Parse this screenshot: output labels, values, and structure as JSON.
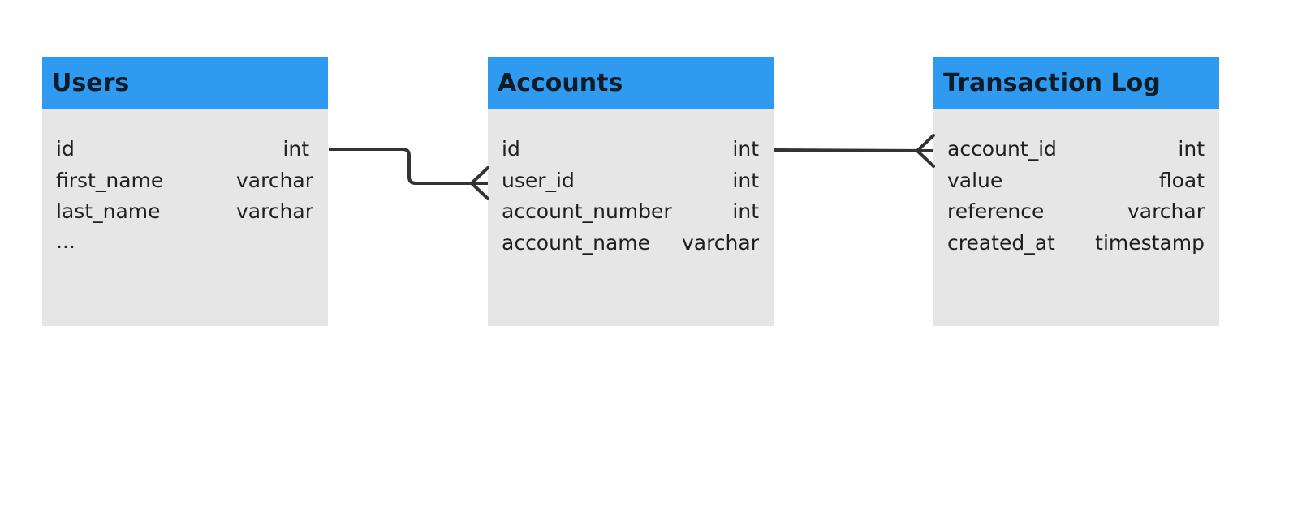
{
  "tables": [
    {
      "id": "t-users",
      "title": "Users",
      "fields": [
        {
          "name": "id",
          "type": "int"
        },
        {
          "name": "first_name",
          "type": "varchar"
        },
        {
          "name": "last_name",
          "type": "varchar"
        }
      ],
      "more": "..."
    },
    {
      "id": "t-accounts",
      "title": "Accounts",
      "fields": [
        {
          "name": "id",
          "type": "int"
        },
        {
          "name": "user_id",
          "type": "int"
        },
        {
          "name": "account_number",
          "type": "int"
        },
        {
          "name": "account_name",
          "type": "varchar"
        }
      ],
      "more": ""
    },
    {
      "id": "t-txlog",
      "title": "Transaction Log",
      "fields": [
        {
          "name": "account_id",
          "type": "int"
        },
        {
          "name": "value",
          "type": "float"
        },
        {
          "name": "reference",
          "type": "varchar"
        },
        {
          "name": "created_at",
          "type": "timestamp"
        }
      ],
      "more": ""
    }
  ],
  "relations": [
    {
      "from": "Users.id",
      "to": "Accounts.user_id",
      "cardinality": "one-to-many"
    },
    {
      "from": "Accounts.id",
      "to": "Transaction Log.account_id",
      "cardinality": "one-to-many"
    }
  ],
  "colors": {
    "header": "#2f9bf0",
    "body": "#e6e6e6",
    "connector": "#333333"
  }
}
